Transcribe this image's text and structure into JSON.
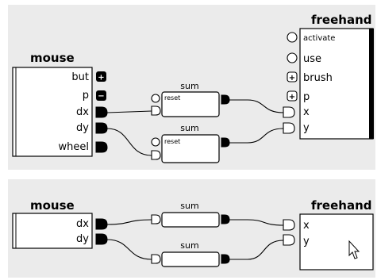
{
  "top": {
    "mouse": {
      "title": "mouse",
      "ports": [
        "but",
        "p",
        "dx",
        "dy",
        "wheel"
      ]
    },
    "sum_label": "sum",
    "reset_label": "reset",
    "freehand": {
      "title": "freehand",
      "ports": [
        "activate",
        "use",
        "brush",
        "p",
        "x",
        "y"
      ]
    }
  },
  "bottom": {
    "mouse": {
      "title": "mouse",
      "ports": [
        "dx",
        "dy"
      ]
    },
    "sum_label": "sum",
    "freehand": {
      "title": "freehand",
      "ports": [
        "x",
        "y"
      ]
    }
  }
}
